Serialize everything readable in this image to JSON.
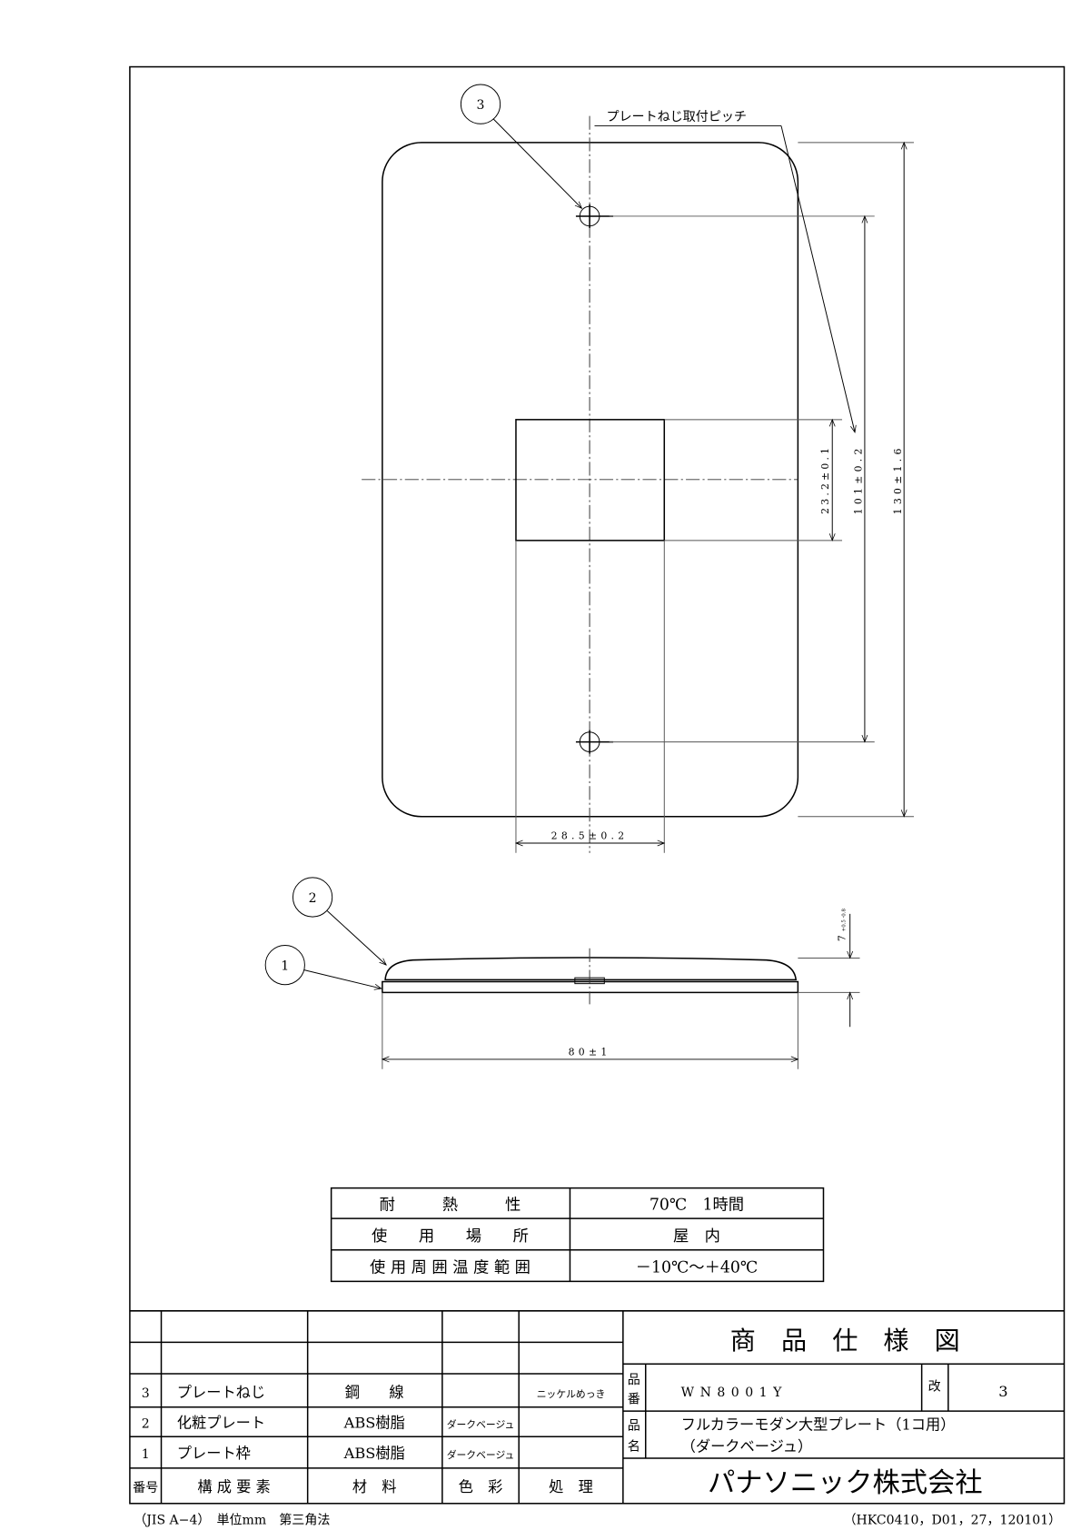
{
  "drawing": {
    "balloons": [
      "3",
      "2",
      "1"
    ],
    "leader_label": "プレートねじ取付ピッチ",
    "dimensions": {
      "height": "130±1.6",
      "pitch": "101±0.2",
      "window_height": "23.2±0.1",
      "window_width": "28.5±0.2",
      "width": "80±1",
      "thickness": "7",
      "thickness_tol": "+0.5 -0.8"
    }
  },
  "spec_table": [
    {
      "label": "耐　　　熱　　　性",
      "value": "70℃　1時間"
    },
    {
      "label": "使　　用　　場　　所",
      "value": "屋　内"
    },
    {
      "label": "使 用 周 囲 温 度 範 囲",
      "value": "－10℃～＋40℃"
    }
  ],
  "parts": [
    {
      "no": "3",
      "name": "プレートねじ",
      "material": "鋼　　線",
      "color": "",
      "finish": "ニッケルめっき"
    },
    {
      "no": "2",
      "name": "化粧プレート",
      "material": "ABS樹脂",
      "color": "ダークベージュ",
      "finish": ""
    },
    {
      "no": "1",
      "name": "プレート枠",
      "material": "ABS樹脂",
      "color": "ダークベージュ",
      "finish": ""
    }
  ],
  "parts_header": {
    "no": "番号",
    "name": "構 成 要 素",
    "material": "材　料",
    "color": "色　彩",
    "finish": "処　理"
  },
  "title_block": {
    "title": "商　品　仕　様　図",
    "part_no_label_1": "品",
    "part_no_label_2": "番",
    "part_no": "WN8001Y",
    "rev_label": "改",
    "rev": "3",
    "name_label_1": "品",
    "name_label_2": "名",
    "name_line_1": "フルカラーモダン大型プレート（1コ用）",
    "name_line_2": "（ダークベージュ）",
    "company": "パナソニック株式会社"
  },
  "footer": {
    "left": "（JIS A−4）　単位mm　第三角法",
    "right": "（HKC0410，D01，27，120101）"
  }
}
